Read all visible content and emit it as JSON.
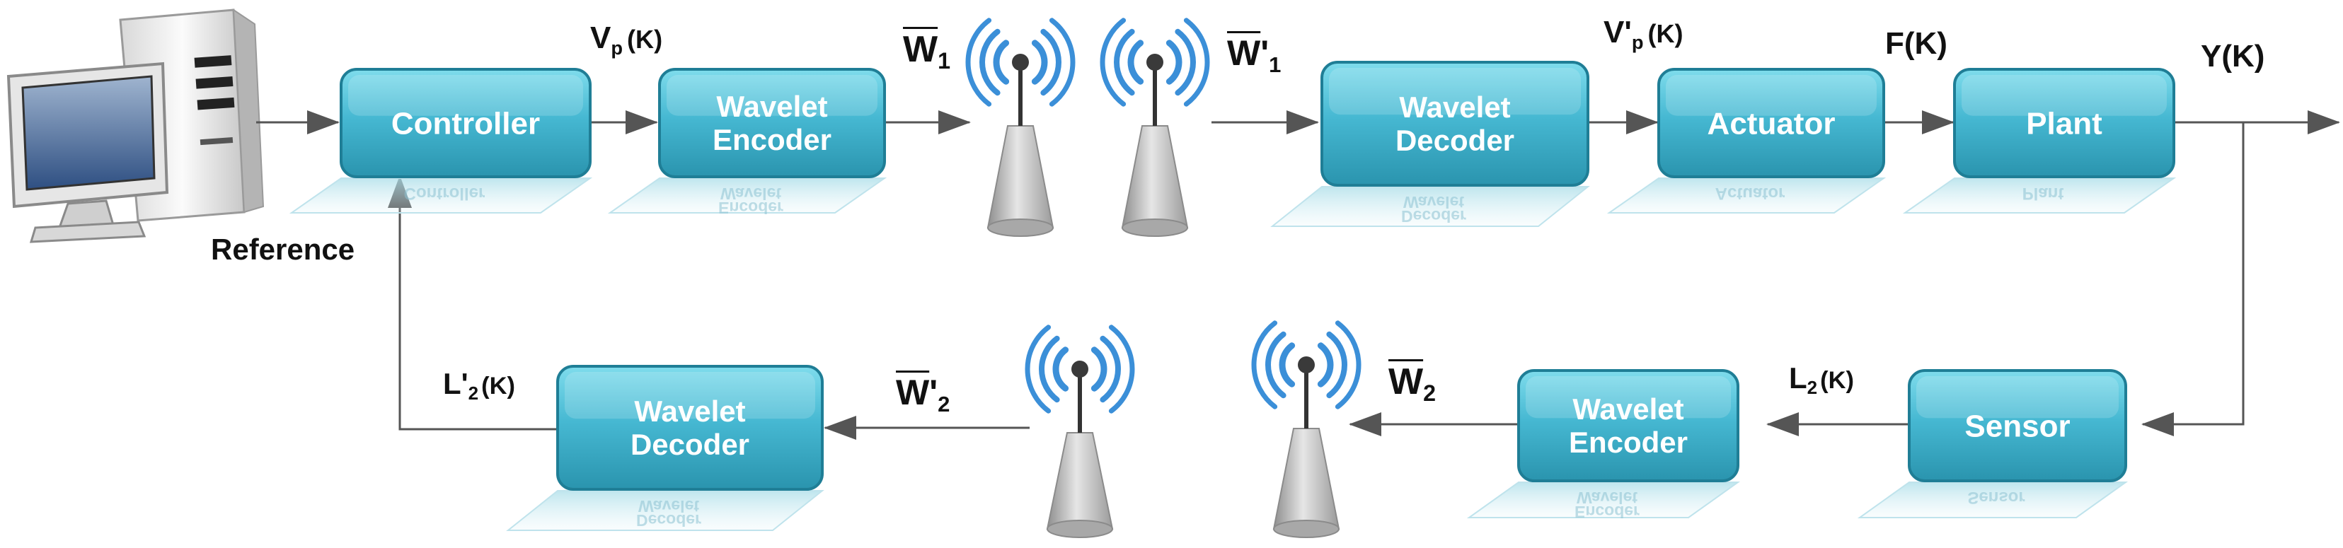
{
  "blocks": {
    "controller": "Controller",
    "wavelet_encoder_top": [
      "Wavelet",
      "Encoder"
    ],
    "wavelet_decoder_top": [
      "Wavelet",
      "Decoder"
    ],
    "actuator": "Actuator",
    "plant": "Plant",
    "sensor": "Sensor",
    "wavelet_encoder_bottom": [
      "Wavelet",
      "Encoder"
    ],
    "wavelet_decoder_bottom": [
      "Wavelet",
      "Decoder"
    ]
  },
  "signals": {
    "reference": "Reference",
    "vp_main": "V",
    "vp_sub": "p",
    "vp_arg": "(K)",
    "vpp_main": "V",
    "vpp_prime": "'",
    "vpp_sub": "p",
    "vpp_arg": "(K)",
    "f": "F(K)",
    "y": "Y(K)",
    "l2_main": "L",
    "l2_sub": "2",
    "l2_arg": "(K)",
    "l2p_main": "L",
    "l2p_prime": "'",
    "l2p_sub": "2",
    "l2p_arg": "(K)",
    "w1_main": "W",
    "w1_sub": "1",
    "w1p_main": "W",
    "w1p_prime": "'",
    "w1p_sub": "1",
    "w2_main": "W",
    "w2_sub": "2",
    "w2p_main": "W",
    "w2p_prime": "'",
    "w2p_sub": "2"
  },
  "colors": {
    "block_top": "#5cc8dd",
    "block_bottom": "#2a98b2",
    "block_border": "#1f7e96",
    "arrow": "#555555",
    "antenna_wave": "#3b8fd8",
    "tower": "#b9b9b9"
  },
  "icons": [
    "computer-icon",
    "antenna-icon"
  ]
}
